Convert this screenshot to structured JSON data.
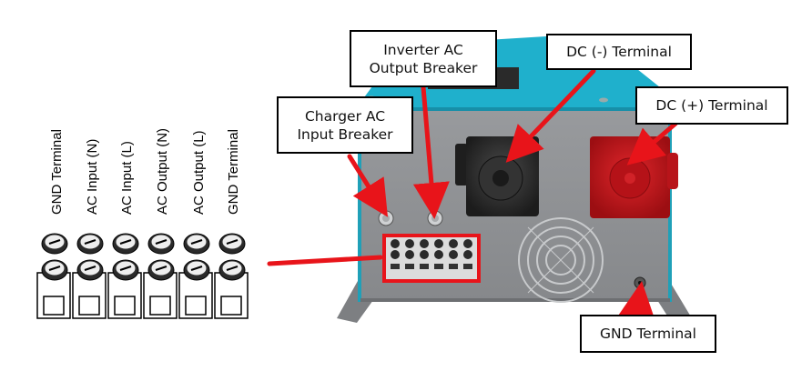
{
  "callouts": {
    "inverter_ac_output_breaker": {
      "line1": "Inverter AC",
      "line2": "Output Breaker"
    },
    "charger_ac_input_breaker": {
      "line1": "Charger AC",
      "line2": "Input Breaker"
    },
    "dc_negative_terminal": "DC (-) Terminal",
    "dc_positive_terminal": "DC (+) Terminal",
    "gnd_terminal": "GND Terminal"
  },
  "terminal_block_labels": [
    "GND Terminal",
    "AC Input (N)",
    "AC Input (L)",
    "AC Output (N)",
    "AC Output (L)",
    "GND Terminal"
  ],
  "colors": {
    "arrow": "#e8141a",
    "housing_top": "#1fb0cc",
    "panel": "#8d8f92",
    "dc_negative": "#2a2a2a",
    "dc_positive": "#c4141a"
  }
}
